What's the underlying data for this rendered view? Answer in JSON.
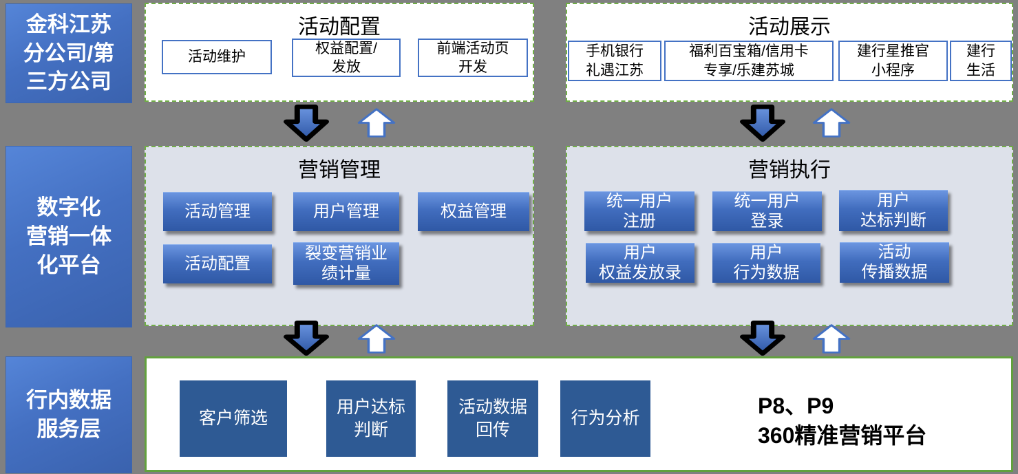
{
  "palette": {
    "background_gray": "#808080",
    "side_box_blue_top": "#5585d8",
    "side_box_blue_bottom": "#3a62ae",
    "dashed_border_green": "#70ad47",
    "solid_border_green": "#62a13e",
    "subbox_border_blue": "#4472c4",
    "gradient_button_blue": "#416dbe",
    "flat_button_blue": "#2e5a94",
    "panel_bluegray": "#dde1ea",
    "arrow_down_fill": "#3e6abc",
    "arrow_down_outline": "#000000",
    "arrow_up_fill": "#ffffff",
    "arrow_up_outline": "#4472c4"
  },
  "side_labels": {
    "top": "金科江苏\n分公司/第\n三方公司",
    "middle": "数字化\n营销一体\n化平台",
    "bottom": "行内数据\n服务层"
  },
  "top_row": {
    "activity_config": {
      "title": "活动配置",
      "items": [
        "活动维护",
        "权益配置/\n发放",
        "前端活动页\n开发"
      ]
    },
    "activity_display": {
      "title": "活动展示",
      "items": [
        "手机银行\n礼遇江苏",
        "福利百宝箱/信用卡\n专享/乐建苏城",
        "建行星推官\n小程序",
        "建行\n生活"
      ]
    }
  },
  "middle_row": {
    "marketing_management": {
      "title": "营销管理",
      "buttons": [
        "活动管理",
        "用户管理",
        "权益管理",
        "活动配置",
        "裂变营销业\n绩计量"
      ]
    },
    "marketing_execution": {
      "title": "营销执行",
      "buttons": [
        "统一用户\n注册",
        "统一用户\n登录",
        "用户\n达标判断",
        "用户\n权益发放录",
        "用户\n行为数据",
        "活动\n传播数据"
      ]
    }
  },
  "bottom_row": {
    "buttons": [
      "客户筛选",
      "用户达标\n判断",
      "活动数据\n回传",
      "行为分析"
    ],
    "note": "P8、P9\n360精准营销平台"
  }
}
